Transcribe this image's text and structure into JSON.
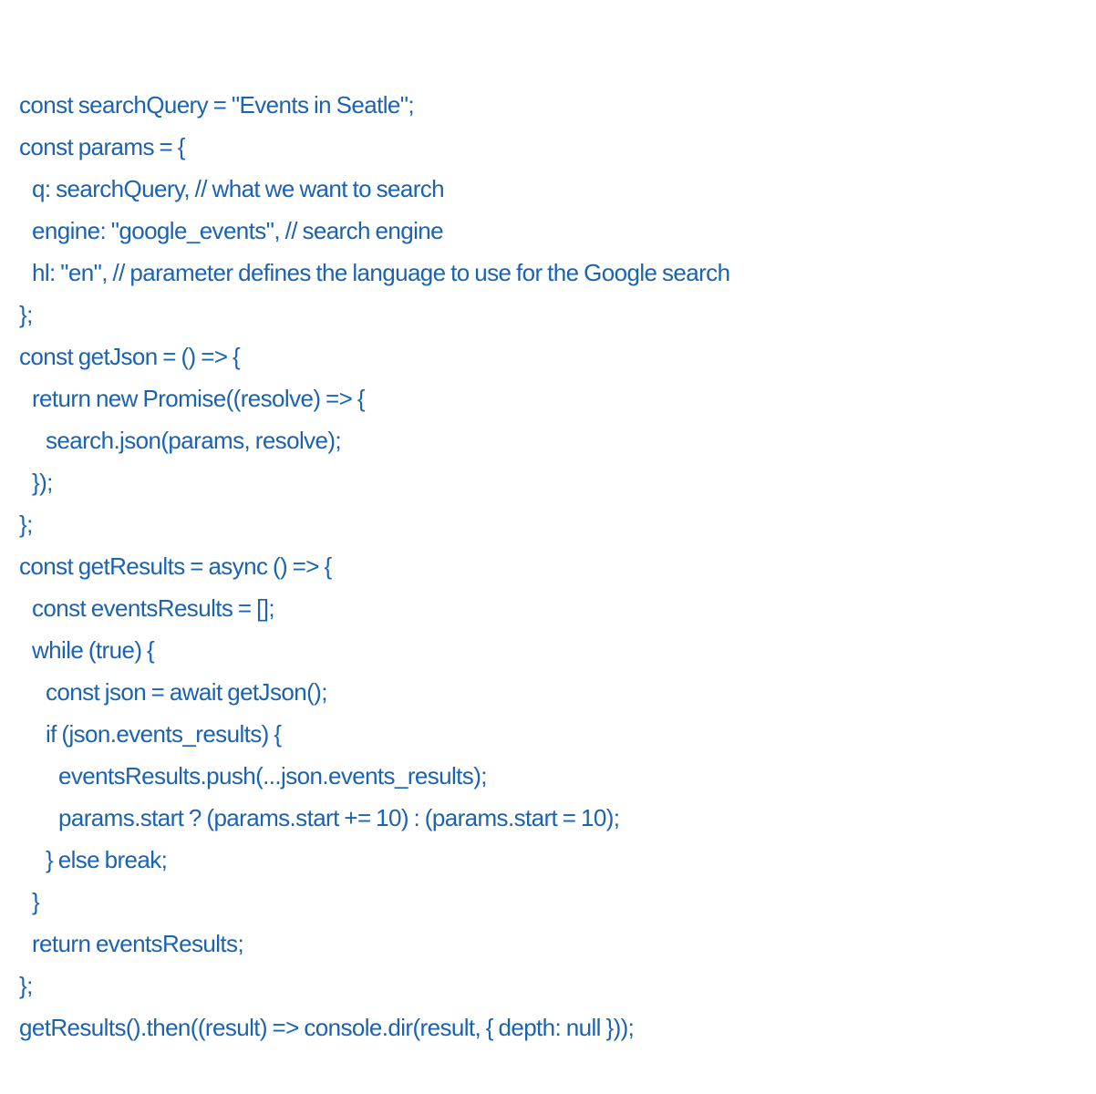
{
  "document": {
    "type": "code-snippet",
    "language": "javascript",
    "text_color": "#1b63b1",
    "background_color": "#ffffff",
    "lines": [
      {
        "indent": 0,
        "text": "const searchQuery = \"Events in Seatle\";"
      },
      {
        "indent": 0,
        "text": "const params = {"
      },
      {
        "indent": 1,
        "text": "q: searchQuery, // what we want to search"
      },
      {
        "indent": 1,
        "text": "engine: \"google_events\", // search engine"
      },
      {
        "indent": 1,
        "text": "hl: \"en\", // parameter defines the language to use for the Google search"
      },
      {
        "indent": 0,
        "text": "};"
      },
      {
        "indent": 0,
        "text": "const getJson = () => {"
      },
      {
        "indent": 1,
        "text": "return new Promise((resolve) => {"
      },
      {
        "indent": 2,
        "text": "search.json(params, resolve);"
      },
      {
        "indent": 1,
        "text": "});"
      },
      {
        "indent": 0,
        "text": "};"
      },
      {
        "indent": 0,
        "text": "const getResults = async () => {"
      },
      {
        "indent": 1,
        "text": "const eventsResults = [];"
      },
      {
        "indent": 1,
        "text": "while (true) {"
      },
      {
        "indent": 2,
        "text": "const json = await getJson();"
      },
      {
        "indent": 2,
        "text": "if (json.events_results) {"
      },
      {
        "indent": 3,
        "text": "eventsResults.push(...json.events_results);"
      },
      {
        "indent": 3,
        "text": "params.start ? (params.start += 10) : (params.start = 10);"
      },
      {
        "indent": 2,
        "text": "} else break;"
      },
      {
        "indent": 1,
        "text": "}"
      },
      {
        "indent": 1,
        "text": "return eventsResults;"
      },
      {
        "indent": 0,
        "text": "};"
      },
      {
        "indent": 0,
        "text": "getResults().then((result) => console.dir(result, { depth: null }));"
      }
    ]
  }
}
